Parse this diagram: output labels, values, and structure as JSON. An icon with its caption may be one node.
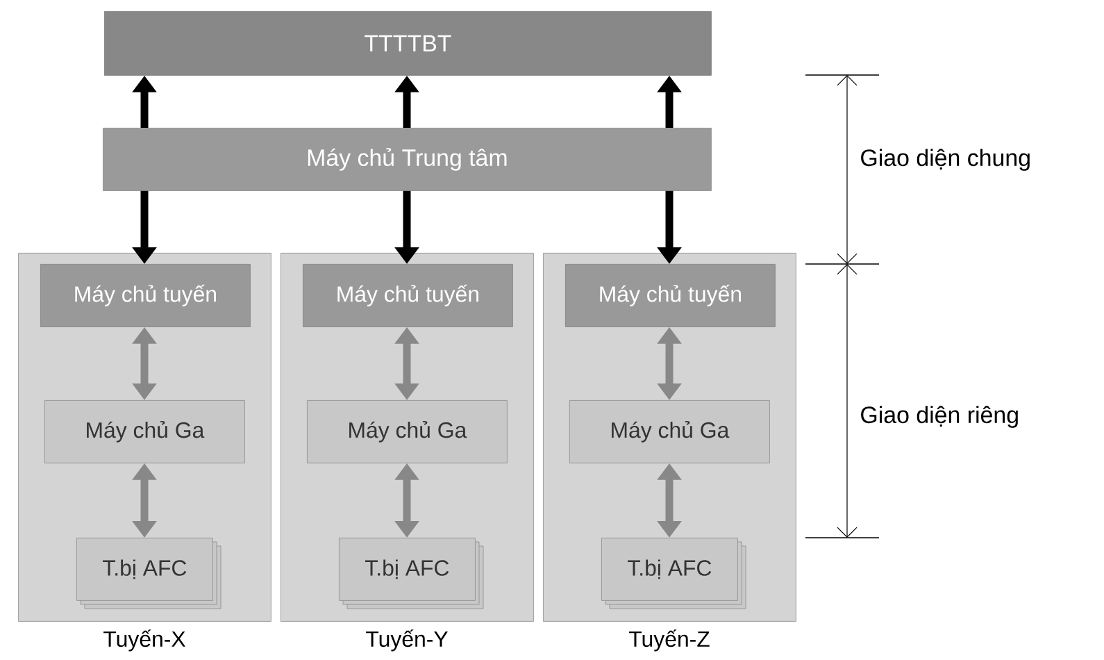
{
  "diagram": {
    "nodes": [
      {
        "text": [
          "TTTTBT"
        ]
      },
      {
        "text": [
          "Máy chủ Trung tâm"
        ]
      },
      {
        "text": [],
        "shape": "box",
        "beside": [
          "Tuyến-X"
        ]
      },
      {
        "text": [
          "Máy chủ tuyến"
        ],
        "in": 2
      },
      {
        "text": [
          "Máy chủ Ga"
        ],
        "in": 2
      },
      {
        "text": [
          "T.bị AFC"
        ],
        "in": 2
      },
      {
        "text": [],
        "shape": "box",
        "beside": [
          "Tuyến-Y"
        ]
      },
      {
        "text": [
          "Máy chủ tuyến"
        ],
        "in": 6
      },
      {
        "text": [
          "Máy chủ Ga"
        ],
        "in": 6
      },
      {
        "text": [
          "T.bị AFC"
        ],
        "in": 6
      },
      {
        "text": [],
        "shape": "box",
        "beside": [
          "Tuyến-Z"
        ]
      },
      {
        "text": [
          "Máy chủ tuyến"
        ],
        "in": 10
      },
      {
        "text": [
          "Máy chủ Ga"
        ],
        "in": 10
      },
      {
        "text": [
          "T.bị AFC"
        ],
        "in": 10
      }
    ],
    "edges": [
      {
        "from": 1,
        "to": 0,
        "arrow": "to"
      },
      {
        "from": 1,
        "to": 3,
        "arrow": "to"
      },
      {
        "from": 3,
        "to": 4,
        "arrow": "both",
        "color": "#888888"
      },
      {
        "from": 4,
        "to": 5,
        "arrow": "both",
        "color": "#888888"
      },
      {
        "from": 1,
        "to": 0,
        "arrow": "to"
      },
      {
        "from": 1,
        "to": 7,
        "arrow": "to"
      },
      {
        "from": 7,
        "to": 8,
        "arrow": "both",
        "color": "#888888"
      },
      {
        "from": 8,
        "to": 9,
        "arrow": "both",
        "color": "#888888"
      },
      {
        "from": 1,
        "to": 0,
        "arrow": "to"
      },
      {
        "from": 1,
        "to": 11,
        "arrow": "to"
      },
      {
        "from": 11,
        "to": 12,
        "arrow": "both",
        "color": "#888888"
      },
      {
        "from": 12,
        "to": 13,
        "arrow": "both",
        "color": "#888888"
      }
    ],
    "labels": [
      "Giao diện chung",
      "Giao diện riêng"
    ]
  }
}
